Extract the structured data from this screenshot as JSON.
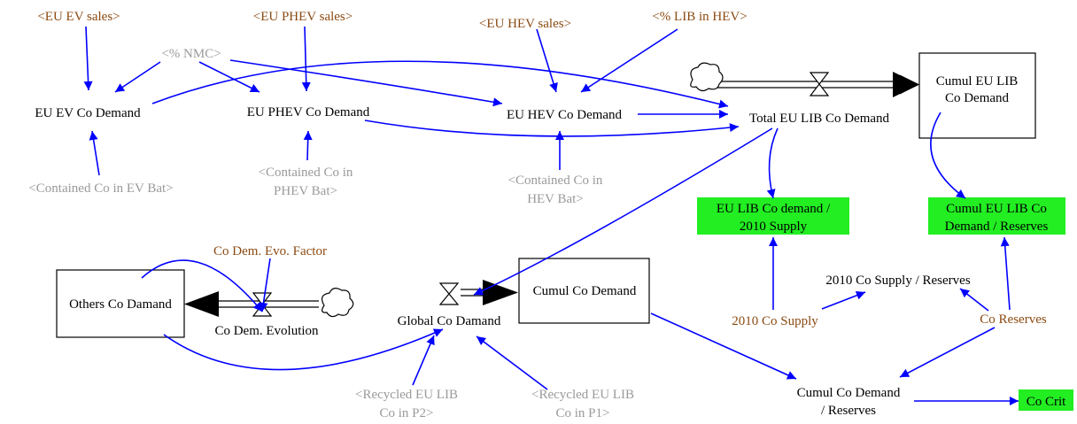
{
  "stocks": {
    "cumul_eu_lib": [
      "Cumul EU LIB",
      "Co Demand"
    ],
    "cumul_co": "Cumul Co Demand",
    "others": "Others Co Damand"
  },
  "flows": {
    "total_eu_lib": "Total EU LIB Co Demand",
    "global": "Global Co Damand",
    "evolution": "Co Dem. Evolution"
  },
  "aux": {
    "eu_ev": "EU EV Co Demand",
    "eu_phev": "EU PHEV Co Demand",
    "eu_hev": "EU HEV Co Demand",
    "supply_reserves": "2010 Co Supply / Reserves",
    "cumul_reserves": [
      "Cumul Co Demand",
      "/ Reserves"
    ]
  },
  "highlighted": {
    "eu_lib_supply": [
      "EU LIB Co demand /",
      "2010 Supply"
    ],
    "cumul_eu_lib_reserves": [
      "Cumul EU LIB Co",
      "Demand / Reserves"
    ],
    "co_crit": "Co Crit"
  },
  "exogenous": {
    "eu_ev_sales": "<EU EV sales>",
    "eu_phev_sales": "<EU PHEV sales>",
    "eu_hev_sales": "<EU HEV sales>",
    "lib_in_hev": "<% LIB in HEV>",
    "co_dem_evo_factor": "Co Dem. Evo. Factor",
    "supply_2010": "2010 Co Supply",
    "co_reserves": "Co Reserves"
  },
  "shadow": {
    "nmc": "<% NMC>",
    "contained_ev": "<Contained Co in EV Bat>",
    "contained_phev": [
      "<Contained Co in",
      "PHEV Bat>"
    ],
    "contained_hev": [
      "<Contained Co in",
      "HEV Bat>"
    ],
    "recycled_p2": [
      "<Recycled EU LIB",
      "Co in P2>"
    ],
    "recycled_p1": [
      "<Recycled EU LIB",
      "Co in P1>"
    ]
  },
  "colors": {
    "link": "#0000ff",
    "exogenous": "#8b4a12",
    "shadow": "#9a9a9a",
    "highlight": "#22ee22"
  }
}
